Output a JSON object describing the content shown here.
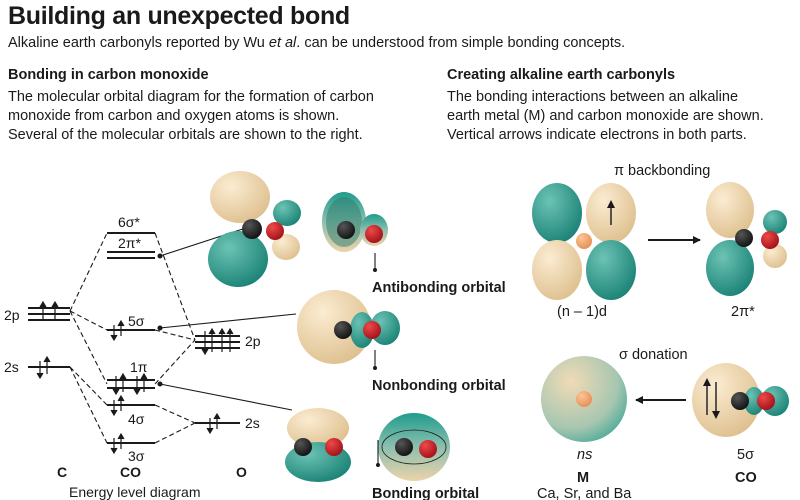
{
  "header": {
    "title": "Building an unexpected bond",
    "subtitle_pre": "Alkaline earth carbonyls reported by Wu ",
    "subtitle_em": "et al",
    "subtitle_post": ". can be understood from simple bonding concepts."
  },
  "left_panel": {
    "heading": "Bonding in carbon monoxide",
    "body": [
      "The molecular orbital diagram for the formation of carbon",
      "monoxide from carbon and oxygen atoms is shown.",
      "Several of the molecular orbitals are shown to the right."
    ]
  },
  "right_panel": {
    "heading": "Creating alkaline earth carbonyls",
    "body": [
      "The bonding interactions between an alkaline",
      "earth metal (M) and carbon monoxide are shown.",
      "Vertical arrows indicate electrons in both parts."
    ]
  },
  "energy_diagram": {
    "carbon_levels": [
      "2p",
      "2s"
    ],
    "oxygen_levels": [
      "2p",
      "2s"
    ],
    "co_levels": [
      "6σ*",
      "2π*",
      "5σ",
      "1π",
      "4σ",
      "3σ"
    ],
    "column_labels": {
      "carbon": "C",
      "co": "CO",
      "oxygen": "O"
    },
    "caption": "Energy level diagram"
  },
  "orbital_labels": {
    "antibonding": "Antibonding orbital",
    "nonbonding": "Nonbonding orbital",
    "bonding": "Bonding orbital"
  },
  "interactions": {
    "pi_backbonding": "π backbonding",
    "sigma_donation": "σ donation",
    "d_orbital_label": "(n – 1)d",
    "pi_star_label": "2π*",
    "ns_label": "ns",
    "five_sigma_label": "5σ",
    "metal_symbol": "M",
    "metal_caption": "Ca, Sr, and Ba",
    "co_symbol": "CO"
  },
  "colors": {
    "lobe_tan": "#eed6b0",
    "lobe_teal": "#1f9c8e",
    "carbon_atom": "#1a1a1a",
    "oxygen_atom": "#c8141e",
    "metal_atom": "#f2a468"
  }
}
